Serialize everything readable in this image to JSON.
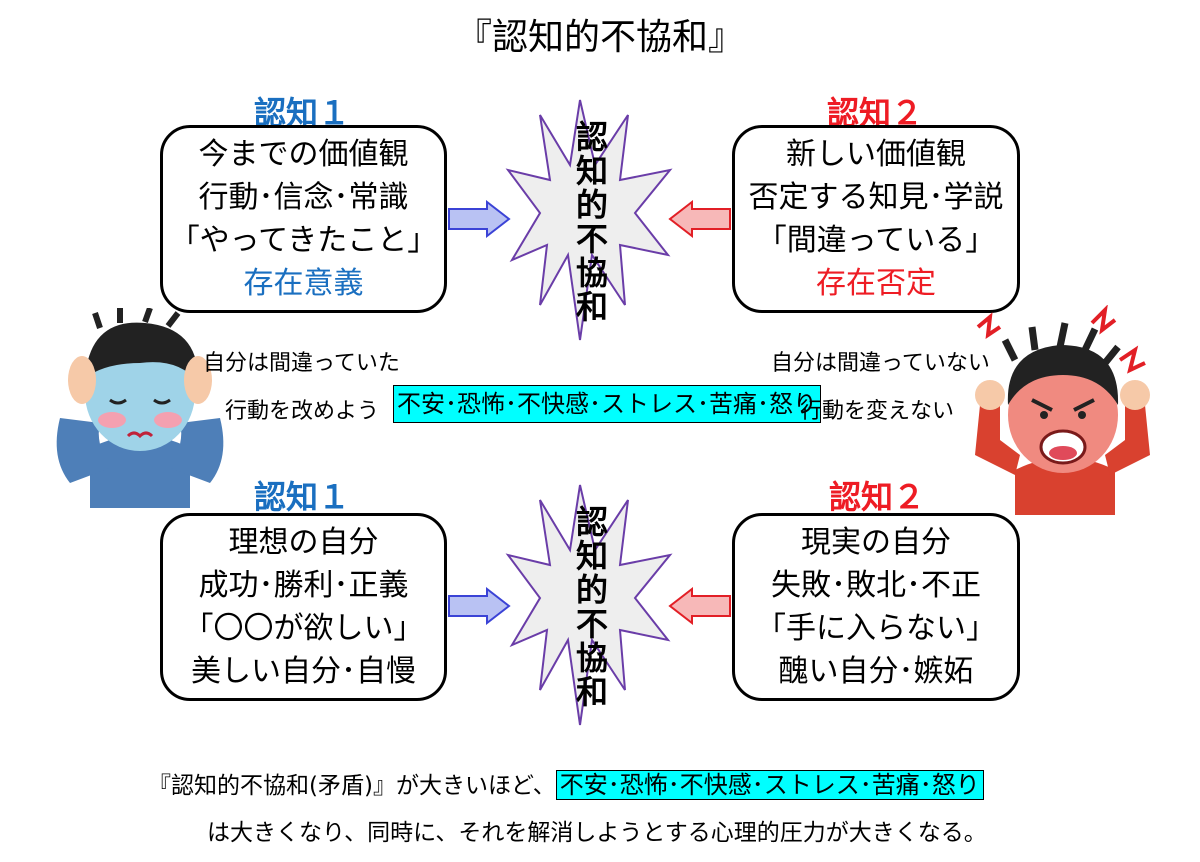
{
  "title": "『認知的不協和』",
  "colors": {
    "blue": "#1a6fc0",
    "red": "#ee1c24",
    "cyan": "#00ffff",
    "burst": "#eeeeee",
    "burst_outline": "#6a3da8"
  },
  "top": {
    "cognition1": {
      "label": "認知１",
      "lines": [
        "今までの価値観",
        "行動･信念･常識",
        "「やってきたこと」"
      ],
      "emphasis": "存在意義"
    },
    "cognition2": {
      "label": "認知２",
      "lines": [
        "新しい価値観",
        "否定する知見･学説",
        "「間違っている」"
      ],
      "emphasis": "存在否定"
    },
    "burst": "認知的不協和"
  },
  "middle": {
    "left_line1": "自分は間違っていた",
    "left_line2": "行動を改めよう",
    "right_line1": "自分は間違っていない",
    "right_line2": "行動を変えない",
    "emotions": "不安･恐怖･不快感･ストレス･苦痛･怒り"
  },
  "lower": {
    "cognition1": {
      "label": "認知１",
      "lines": [
        "理想の自分",
        "成功･勝利･正義",
        "「〇〇が欲しい」",
        "美しい自分･自慢"
      ]
    },
    "cognition2": {
      "label": "認知２",
      "lines": [
        "現実の自分",
        "失敗･敗北･不正",
        "「手に入らない」",
        "醜い自分･嫉妬"
      ]
    },
    "burst": "認知的不協和"
  },
  "bottom": {
    "line1_prefix": "『認知的不協和(矛盾)』が大きいほど、",
    "line1_highlight": "不安･恐怖･不快感･ストレス･苦痛･怒り",
    "line2": "は大きくなり、同時に、それを解消しようとする心理的圧力が大きくなる。"
  },
  "icons": {
    "left_person": "worried-person-icon",
    "right_person": "angry-person-icon",
    "arrow_left": "blue-arrow-icon",
    "arrow_right": "red-arrow-icon"
  }
}
